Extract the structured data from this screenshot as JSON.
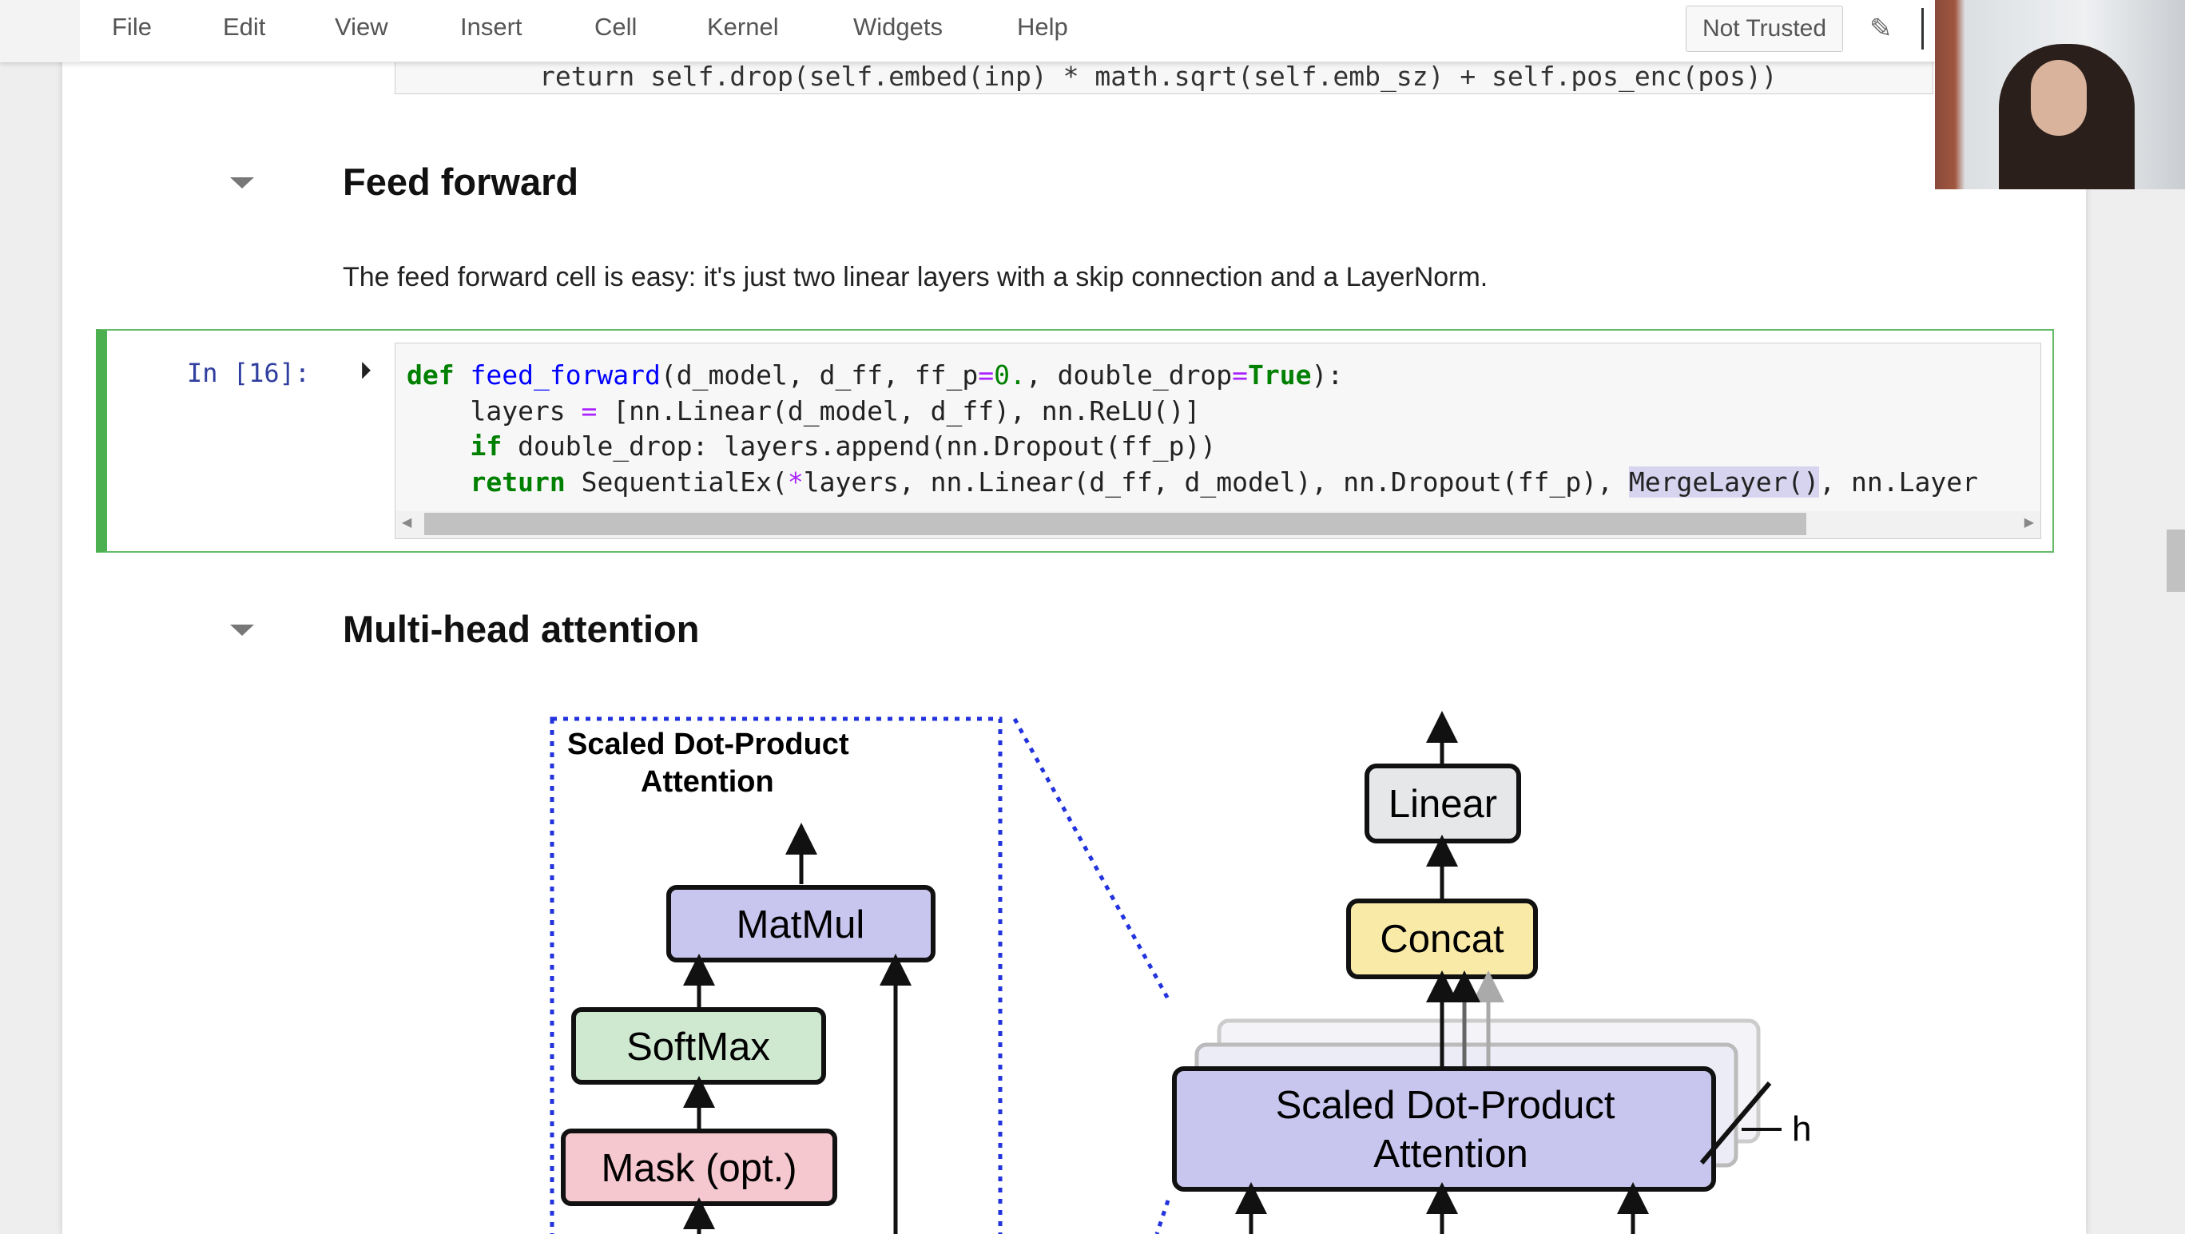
{
  "menubar": {
    "items": [
      "File",
      "Edit",
      "View",
      "Insert",
      "Cell",
      "Kernel",
      "Widgets",
      "Help"
    ],
    "trusted": "Not Trusted"
  },
  "prev_cell": {
    "code": "return self.drop(self.embed(inp) * math.sqrt(self.emb_sz) + self.pos_enc(pos))"
  },
  "section1": {
    "title": "Feed forward",
    "text": "The feed forward cell is easy: it's just two linear layers with a skip connection and a LayerNorm."
  },
  "cell": {
    "prompt": "In [16]:",
    "l1": {
      "kw": "def",
      "fn": "feed_forward",
      "a": "(d_model, d_ff, ff_p",
      "op": "=",
      "b": "0.",
      "c": ", double_drop",
      "op2": "=",
      "kw2": "True",
      "d": "):"
    },
    "l2": {
      "a": "    layers ",
      "op": "=",
      "b": " [nn.Linear(d_model, d_ff), nn.ReLU()]"
    },
    "l3": {
      "kw": "if",
      "a": " double_drop: layers.append(nn.Dropout(ff_p))"
    },
    "l4": {
      "kw": "return",
      "a": " SequentialEx(",
      "op": "*",
      "b": "layers, nn.Linear(d_ff, d_model), nn.Dropout(ff_p), ",
      "sel": "MergeLayer()",
      "c": ", nn.Layer"
    }
  },
  "section2": {
    "title": "Multi-head attention"
  },
  "diagram": {
    "sdpa_title_1": "Scaled Dot-Product",
    "sdpa_title_2": "Attention",
    "matmul": "MatMul",
    "softmax": "SoftMax",
    "mask": "Mask (opt.)",
    "linear": "Linear",
    "concat": "Concat",
    "big_1": "Scaled Dot-Product",
    "big_2": "Attention",
    "h": "h",
    "colors": {
      "matmul": "#c8c6ee",
      "softmax": "#cfe8d0",
      "mask": "#f5c8cf",
      "linear": "#e6e7e8",
      "concat": "#f9eaa8",
      "sdpa": "#c8c6ee"
    }
  }
}
